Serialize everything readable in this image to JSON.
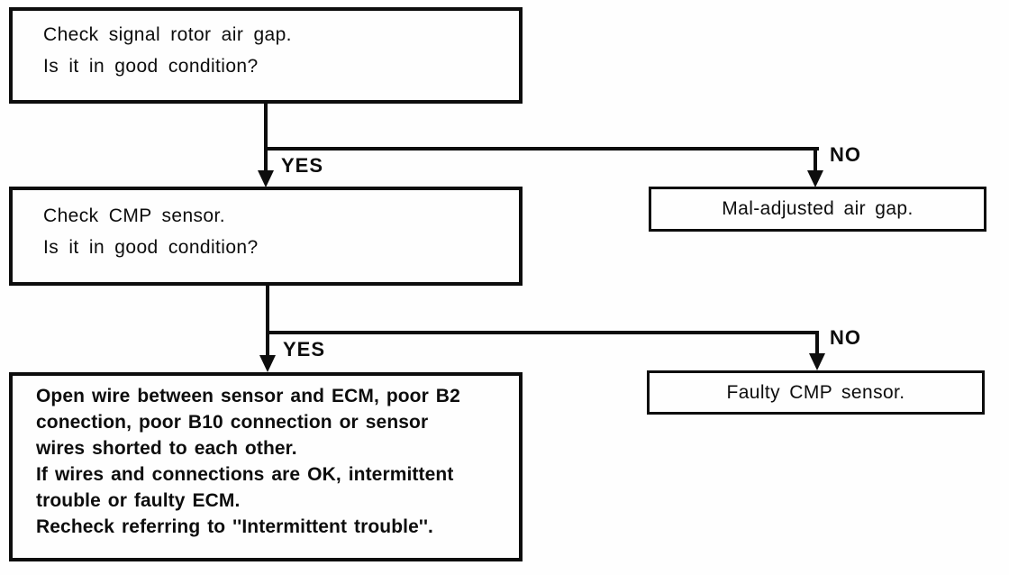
{
  "flowchart": {
    "title_hint": "CMP sensor signal-rotor air gap troubleshooting flowchart",
    "colors": {
      "ink": "#0d0d0d",
      "background": "#fefefe"
    },
    "box1": {
      "line1": "Check signal rotor air gap.",
      "line2": "Is it in good condition?"
    },
    "box2": {
      "line1": "Check CMP sensor.",
      "line2": "Is it in good condition?"
    },
    "box3": {
      "lines": [
        "Open wire between sensor and ECM, poor B2",
        "conection, poor B10 connection or sensor",
        "wires shorted to each other.",
        "If wires and connections are OK, intermittent",
        "trouble or faulty ECM.",
        "Recheck referring to ''Intermittent trouble''."
      ]
    },
    "outcome_no1": "Mal-adjusted air gap.",
    "outcome_no2": "Faulty CMP sensor.",
    "branch1": {
      "yes": "YES",
      "no": "NO"
    },
    "branch2": {
      "yes": "YES",
      "no": "NO"
    }
  }
}
